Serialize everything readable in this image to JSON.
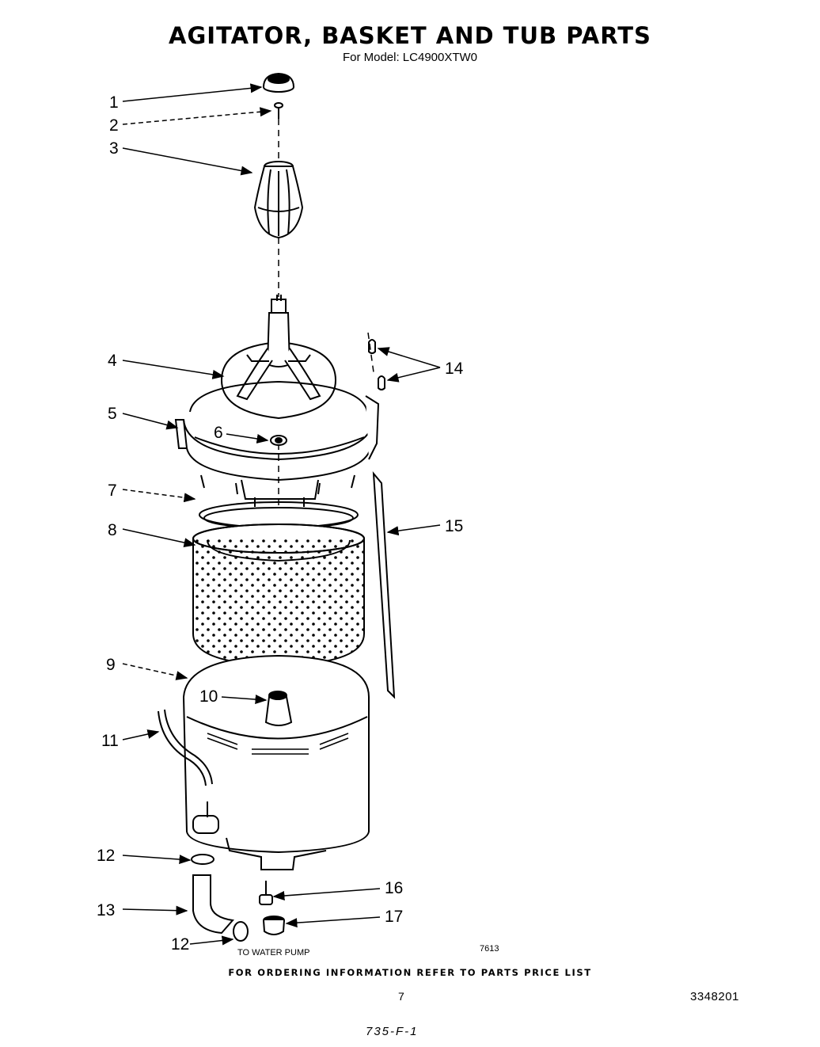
{
  "title": "AGITATOR, BASKET AND TUB PARTS",
  "subtitle": "For Model: LC4900XTW0",
  "callouts": {
    "c1": "1",
    "c2": "2",
    "c3": "3",
    "c4": "4",
    "c5": "5",
    "c6": "6",
    "c7": "7",
    "c8": "8",
    "c9": "9",
    "c10": "10",
    "c11": "11",
    "c12a": "12",
    "c12b": "12",
    "c13": "13",
    "c14": "14",
    "c15": "15",
    "c16": "16",
    "c17": "17"
  },
  "pump_label": "TO WATER PUMP",
  "figure_code": "7613",
  "footer": "FOR ORDERING INFORMATION REFER TO PARTS PRICE LIST",
  "page_number": "7",
  "document_number": "3348201",
  "handwritten_note": "735-F-1"
}
